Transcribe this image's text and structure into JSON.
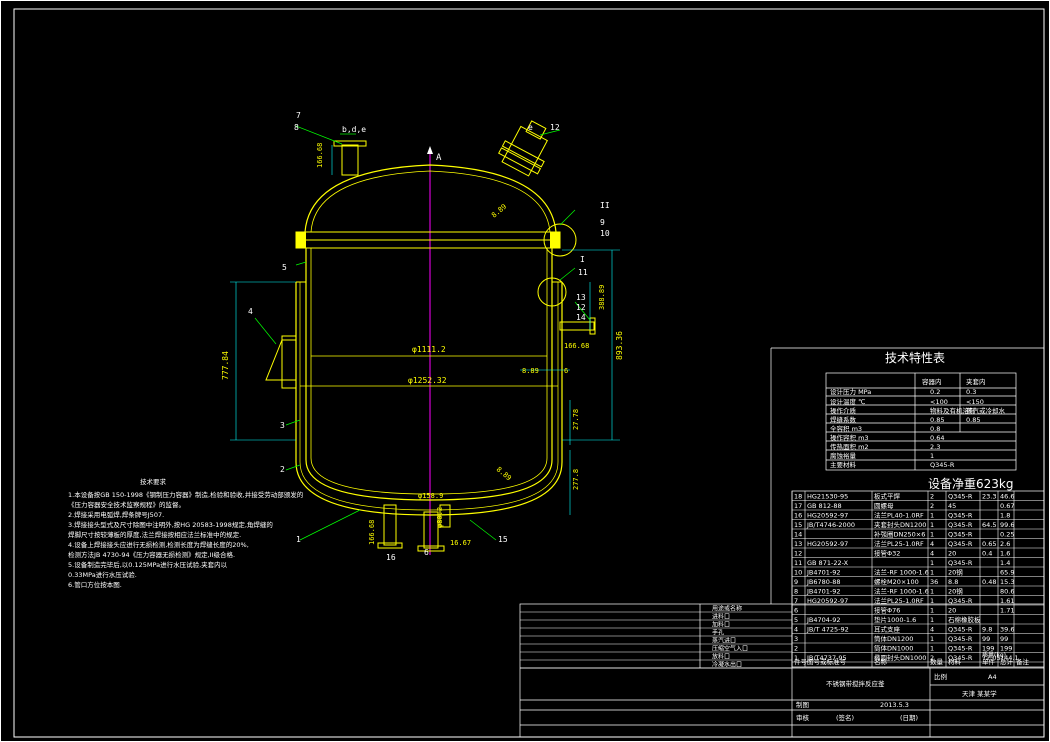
{
  "colors": {
    "background": "#000000",
    "frame": "#ffffff",
    "vessel": "#ffff00",
    "dims": "#00ffff",
    "axis": "#ff00ff",
    "leader": "#00ff00",
    "text": "#ffffff"
  },
  "drawing": {
    "axis_label": "A",
    "nozzle_labels": [
      "7",
      "8",
      "b,d,e",
      "e",
      "12",
      "II",
      "9",
      "10",
      "11",
      "I",
      "5",
      "4",
      "3",
      "2",
      "1",
      "13",
      "12",
      "14",
      "15",
      "16",
      "6"
    ],
    "dimensions": {
      "inner_diameter": "φ1111.2",
      "outer_diameter": "φ1252.32",
      "height_left": "777.84",
      "height_right": "893.36",
      "dim_388": "388.89",
      "dim_166_top": "166.68",
      "dim_166_mid": "166.68",
      "dim_166_bottom": "166.68",
      "dim_2778_a": "27.78",
      "dim_2778_b": "277.8",
      "dim_889": "8.89",
      "dim_6": "6",
      "dim_889_head": "8.89",
      "dim_1667": "16.67",
      "dim_1588": "φ158.9",
      "dim_80": "φ80.2",
      "dim_top_head": "8.89"
    }
  },
  "notes": {
    "title": "技术要求",
    "lines": [
      "1.本设备按GB 150-1998《钢制压力容器》制造,检验和验收,并接受劳动部颁发的",
      "  《压力容器安全技术监察规程》的监督。",
      "2.焊接采用电弧焊,焊条牌号J507.",
      "3.焊接接头型式及尺寸除图中注明外,按HG 20583-1998规定,角焊缝的",
      "  焊脚尺寸按较薄板的厚度,法兰焊接按相应法兰标准中的规定.",
      "4.设备上焊接接头应进行无损检测,检测长度为焊缝长度的20%,",
      "  检测方法JB 4730-94《压力容器无损检测》规定,II级合格.",
      "5.设备制造完毕后,以0.125MPa进行水压试验,夹套内以",
      "  0.33MPa进行水压试验.",
      "6.管口方位按本图."
    ]
  },
  "tech_table": {
    "title": "技术特性表",
    "headers": [
      "",
      "容器内",
      "夹套内"
    ],
    "rows": [
      [
        "设计压力 MPa",
        "0.2",
        "0.3"
      ],
      [
        "设计温度 ℃",
        "<100",
        "<150"
      ],
      [
        "操作介质",
        "物料及有机溶剂",
        "蒸汽或冷却水"
      ],
      [
        "焊缝系数",
        "0.85",
        "0.85"
      ],
      [
        "全容积 m3",
        "0.8",
        ""
      ],
      [
        "操作容积 m3",
        "0.64",
        ""
      ],
      [
        "传热面积 m2",
        "2.3",
        ""
      ],
      [
        "腐蚀裕量",
        "1",
        ""
      ],
      [
        "主要材料",
        "Q345-R",
        ""
      ]
    ]
  },
  "weight_label": "设备净重623kg",
  "parts": {
    "rows": [
      [
        "18",
        "HG21530-95",
        "板式平焊",
        "2",
        "Q345-R",
        "23.3",
        "46.6",
        ""
      ],
      [
        "17",
        "GB 812-88",
        "圆螺母",
        "2",
        "45",
        "",
        "0.67",
        ""
      ],
      [
        "16",
        "HG20592-97",
        "法兰PL40-1.0RF",
        "1",
        "Q345-R",
        "",
        "1.8",
        ""
      ],
      [
        "15",
        "JB/T4746-2000",
        "夹套封头DN1200",
        "1",
        "Q345-R",
        "64.5",
        "99.6",
        ""
      ],
      [
        "14",
        "",
        "补强圈DN250×6",
        "1",
        "Q345-R",
        "",
        "0.25",
        ""
      ],
      [
        "13",
        "HG20592-97",
        "法兰PL25-1.0RF",
        "4",
        "Q345-R",
        "0.65",
        "2.6",
        ""
      ],
      [
        "12",
        "",
        "接管Φ32",
        "4",
        "20",
        "0.4",
        "1.6",
        ""
      ],
      [
        "11",
        "GB 871-22-X",
        "",
        "1",
        "Q345-R",
        "",
        "1.4",
        ""
      ],
      [
        "10",
        "JB4701-92",
        "法兰-RF 1000-1.6",
        "1",
        "20钢",
        "",
        "65.9",
        ""
      ],
      [
        "9",
        "JB6780-88",
        "螺栓M20×100",
        "36",
        "8.8",
        "0.48",
        "15.3",
        ""
      ],
      [
        "8",
        "JB4701-92",
        "法兰-RF 1000-1.6",
        "1",
        "20钢",
        "",
        "80.6",
        ""
      ],
      [
        "7",
        "HG20592-97",
        "法兰PL25-1.0RF",
        "1",
        "Q345-R",
        "",
        "1.61",
        ""
      ],
      [
        "6",
        "",
        "接管Φ76",
        "1",
        "20",
        "",
        "1.71",
        ""
      ],
      [
        "5",
        "JB4704-92",
        "垫片1000-1.6",
        "1",
        "石棉橡胶板",
        "",
        "",
        " "
      ],
      [
        "4",
        "JB/T 4725-92",
        "耳式支座",
        "4",
        "Q345-R",
        "9.8",
        "39.6",
        ""
      ],
      [
        "3",
        "",
        "筒体DN1200",
        "1",
        "Q345-R",
        "99",
        "99",
        ""
      ],
      [
        "2",
        "",
        "筒体DN1000",
        "1",
        "Q345-R",
        "199",
        "199",
        ""
      ],
      [
        "1",
        "JB/T4737-95",
        "椭圆封头DN1000",
        "2",
        "Q345-R",
        "72.05",
        "144.1",
        ""
      ]
    ],
    "header": [
      "件号",
      "图号或标准号",
      "名称",
      "数量",
      "材料",
      "单件",
      "总计",
      "备注"
    ],
    "header_sub": "质量(kg)"
  },
  "nozzle_list": [
    [
      "",
      "",
      "用途或名称"
    ],
    [
      "",
      "",
      "进料口"
    ],
    [
      "",
      "",
      "加料口"
    ],
    [
      "",
      "",
      "手孔"
    ],
    [
      "",
      "",
      "蒸汽进口"
    ],
    [
      "",
      "",
      "压缩空气入口"
    ],
    [
      "",
      "",
      "放料口"
    ],
    [
      "",
      "",
      "冷凝水出口"
    ]
  ],
  "title_block": {
    "name": "不锈钢带搅拌反应釜",
    "scale_label": "比例",
    "scale": "A4",
    "school": "天津 某某学",
    "draw_label": "制图",
    "date": "2013.5.3",
    "check_label": "审核",
    "sign": "(签名)",
    "date_label": "(日期)"
  }
}
